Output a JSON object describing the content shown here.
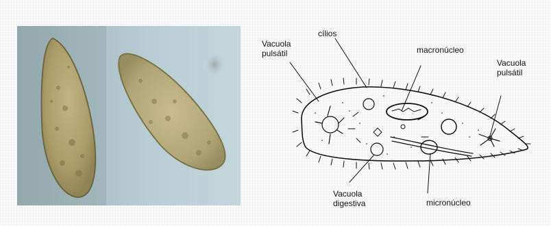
{
  "labels": {
    "vacuola_pulsatil_left": [
      "Vacuola",
      "pulsátil"
    ],
    "cilios": "cílios",
    "macronucleo": "macronúcleo",
    "vacuola_pulsatil_right": [
      "Vacuola",
      "pulsátil"
    ],
    "vacuola_digestiva": [
      "Vacuola",
      "digestiva"
    ],
    "micronucleo": "micronúcleo"
  },
  "colors": {
    "photo_bg": "#b3c8ce",
    "cell_body": "#b8ab7c",
    "ink": "#111111"
  },
  "icons": {
    "photo": "micrograph-two-paramecia",
    "diagram": "paramecium-line-drawing"
  }
}
